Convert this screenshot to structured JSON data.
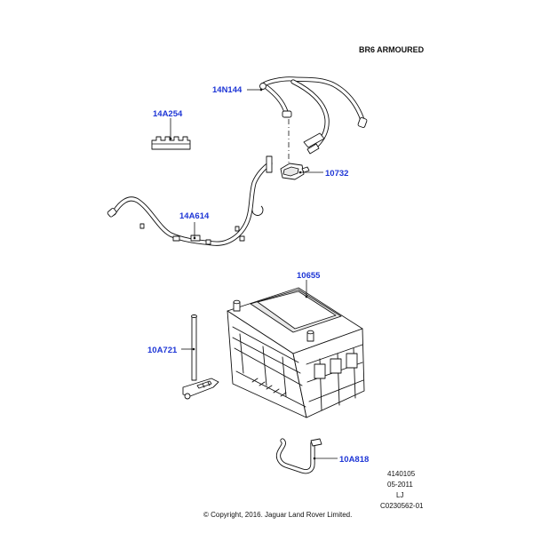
{
  "diagram": {
    "variant_title": "BR6 ARMOURED",
    "callouts": {
      "p14N144": "14N144",
      "p14A254": "14A254",
      "p10732": "10732",
      "p14A614": "14A614",
      "p10655": "10655",
      "p10A721": "10A721",
      "p10A818": "10A818"
    },
    "ref_block": {
      "line1": "4140105",
      "line2": "05-2011",
      "line3": "LJ",
      "line4": "C0230562-01"
    },
    "copyright": "© Copyright, 2016. Jaguar Land Rover Limited."
  }
}
